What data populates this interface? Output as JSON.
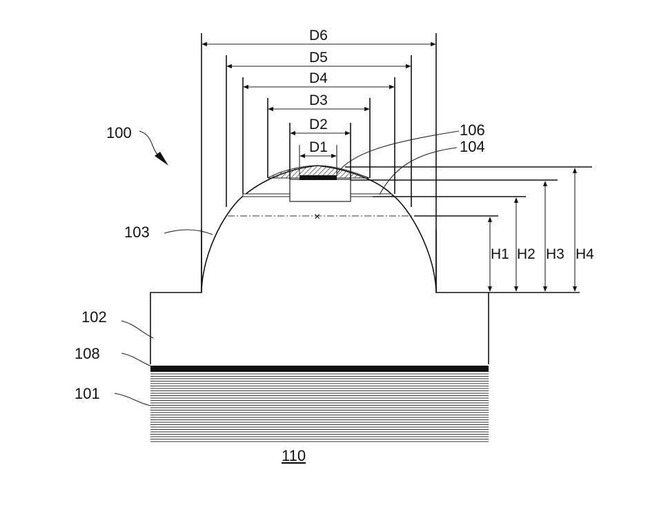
{
  "figure": {
    "reference_numerals": {
      "device": "100",
      "mesa_region": "103",
      "substrate": "102",
      "bonding_layer": "108",
      "layer_101": "101",
      "base_110": "110",
      "top_element": "106",
      "contact_layer": "104"
    },
    "width_labels": {
      "d1": "D1",
      "d2": "D2",
      "d3": "D3",
      "d4": "D4",
      "d5": "D5",
      "d6": "D6"
    },
    "height_labels": {
      "h1": "H1",
      "h2": "H2",
      "h3": "H3",
      "h4": "H4"
    }
  }
}
